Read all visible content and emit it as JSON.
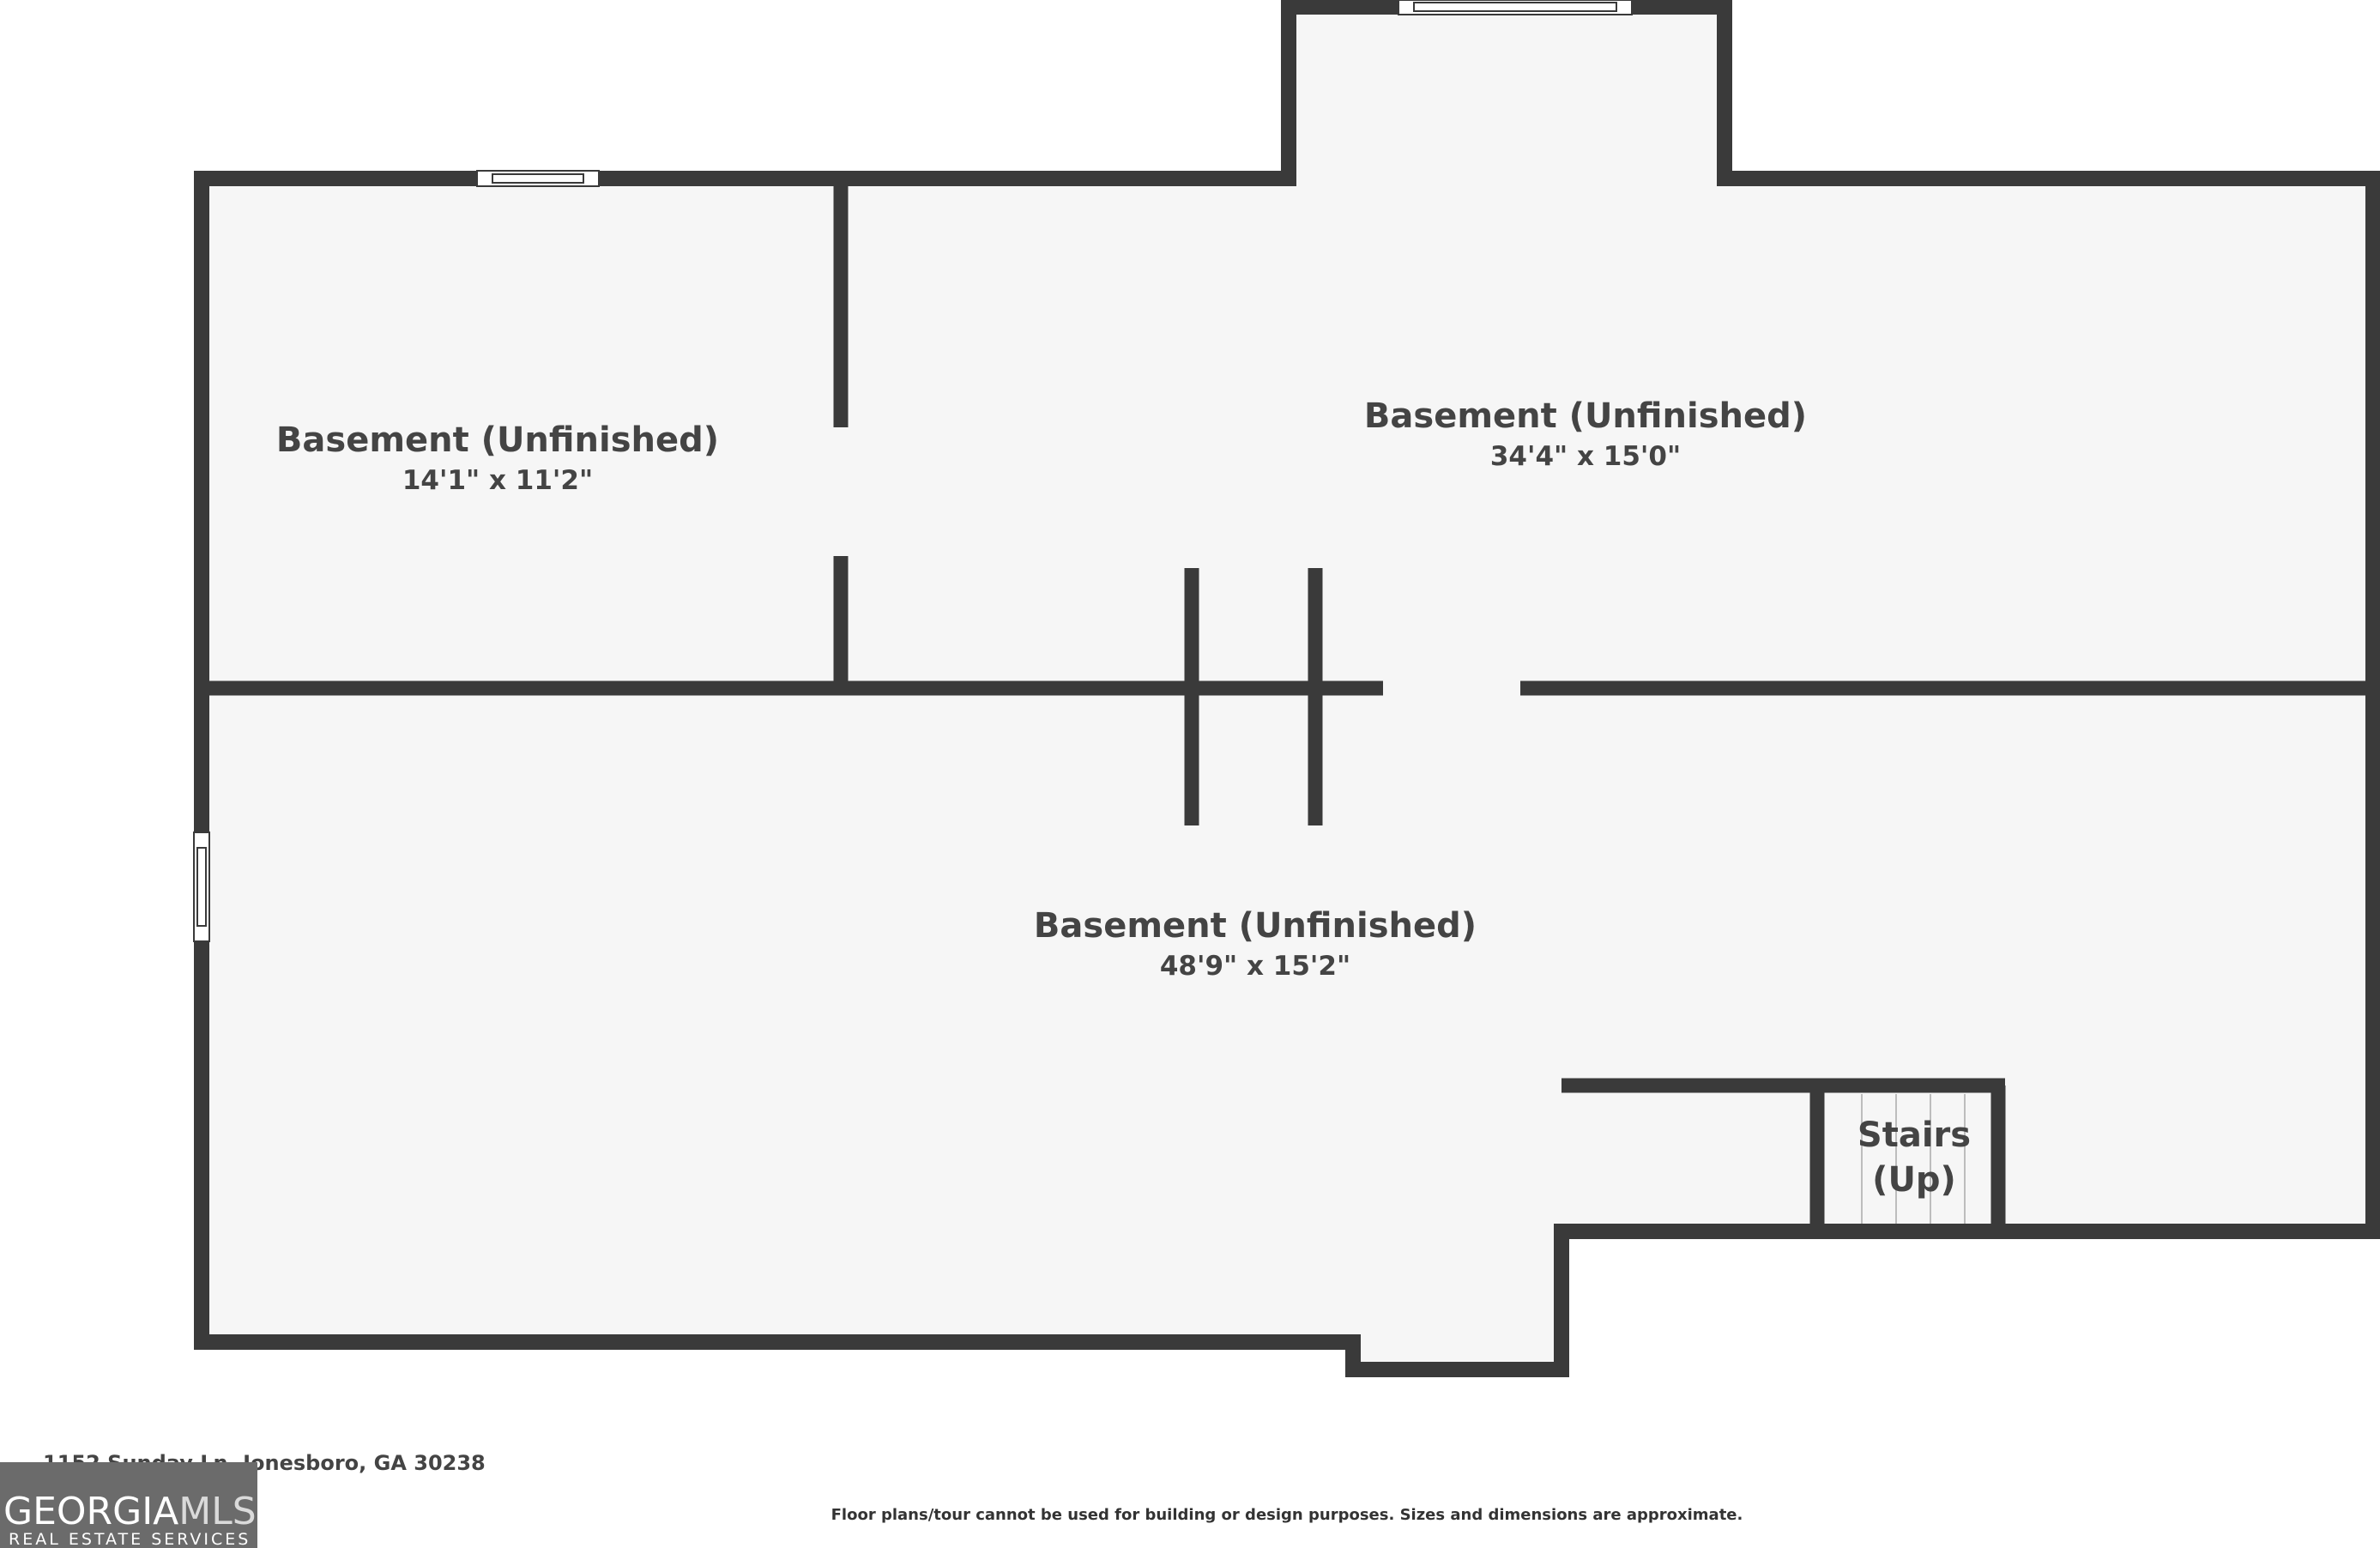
{
  "rooms": [
    {
      "name": "Basement (Unfinished)",
      "dimensions": "14'1\" x 11'2\""
    },
    {
      "name": "Basement (Unfinished)",
      "dimensions": "34'4\" x 15'0\""
    },
    {
      "name": "Basement (Unfinished)",
      "dimensions": "48'9\" x 15'2\""
    }
  ],
  "stairs": {
    "line1": "Stairs",
    "line2": "(Up)"
  },
  "footer": {
    "address": "1152 Sunday Ln, Jonesboro, GA 30238",
    "disclaimer": "Floor plans/tour cannot be used for building or design purposes. Sizes and dimensions are approximate."
  },
  "logo": {
    "main_a": "GEORGIA",
    "main_b": "MLS",
    "sub": "REAL ESTATE SERVICES"
  },
  "colors": {
    "wall": "#3a3a3a",
    "floor": "#f6f6f6",
    "logo_bg": "#6b6b6b",
    "text": "#444444"
  }
}
